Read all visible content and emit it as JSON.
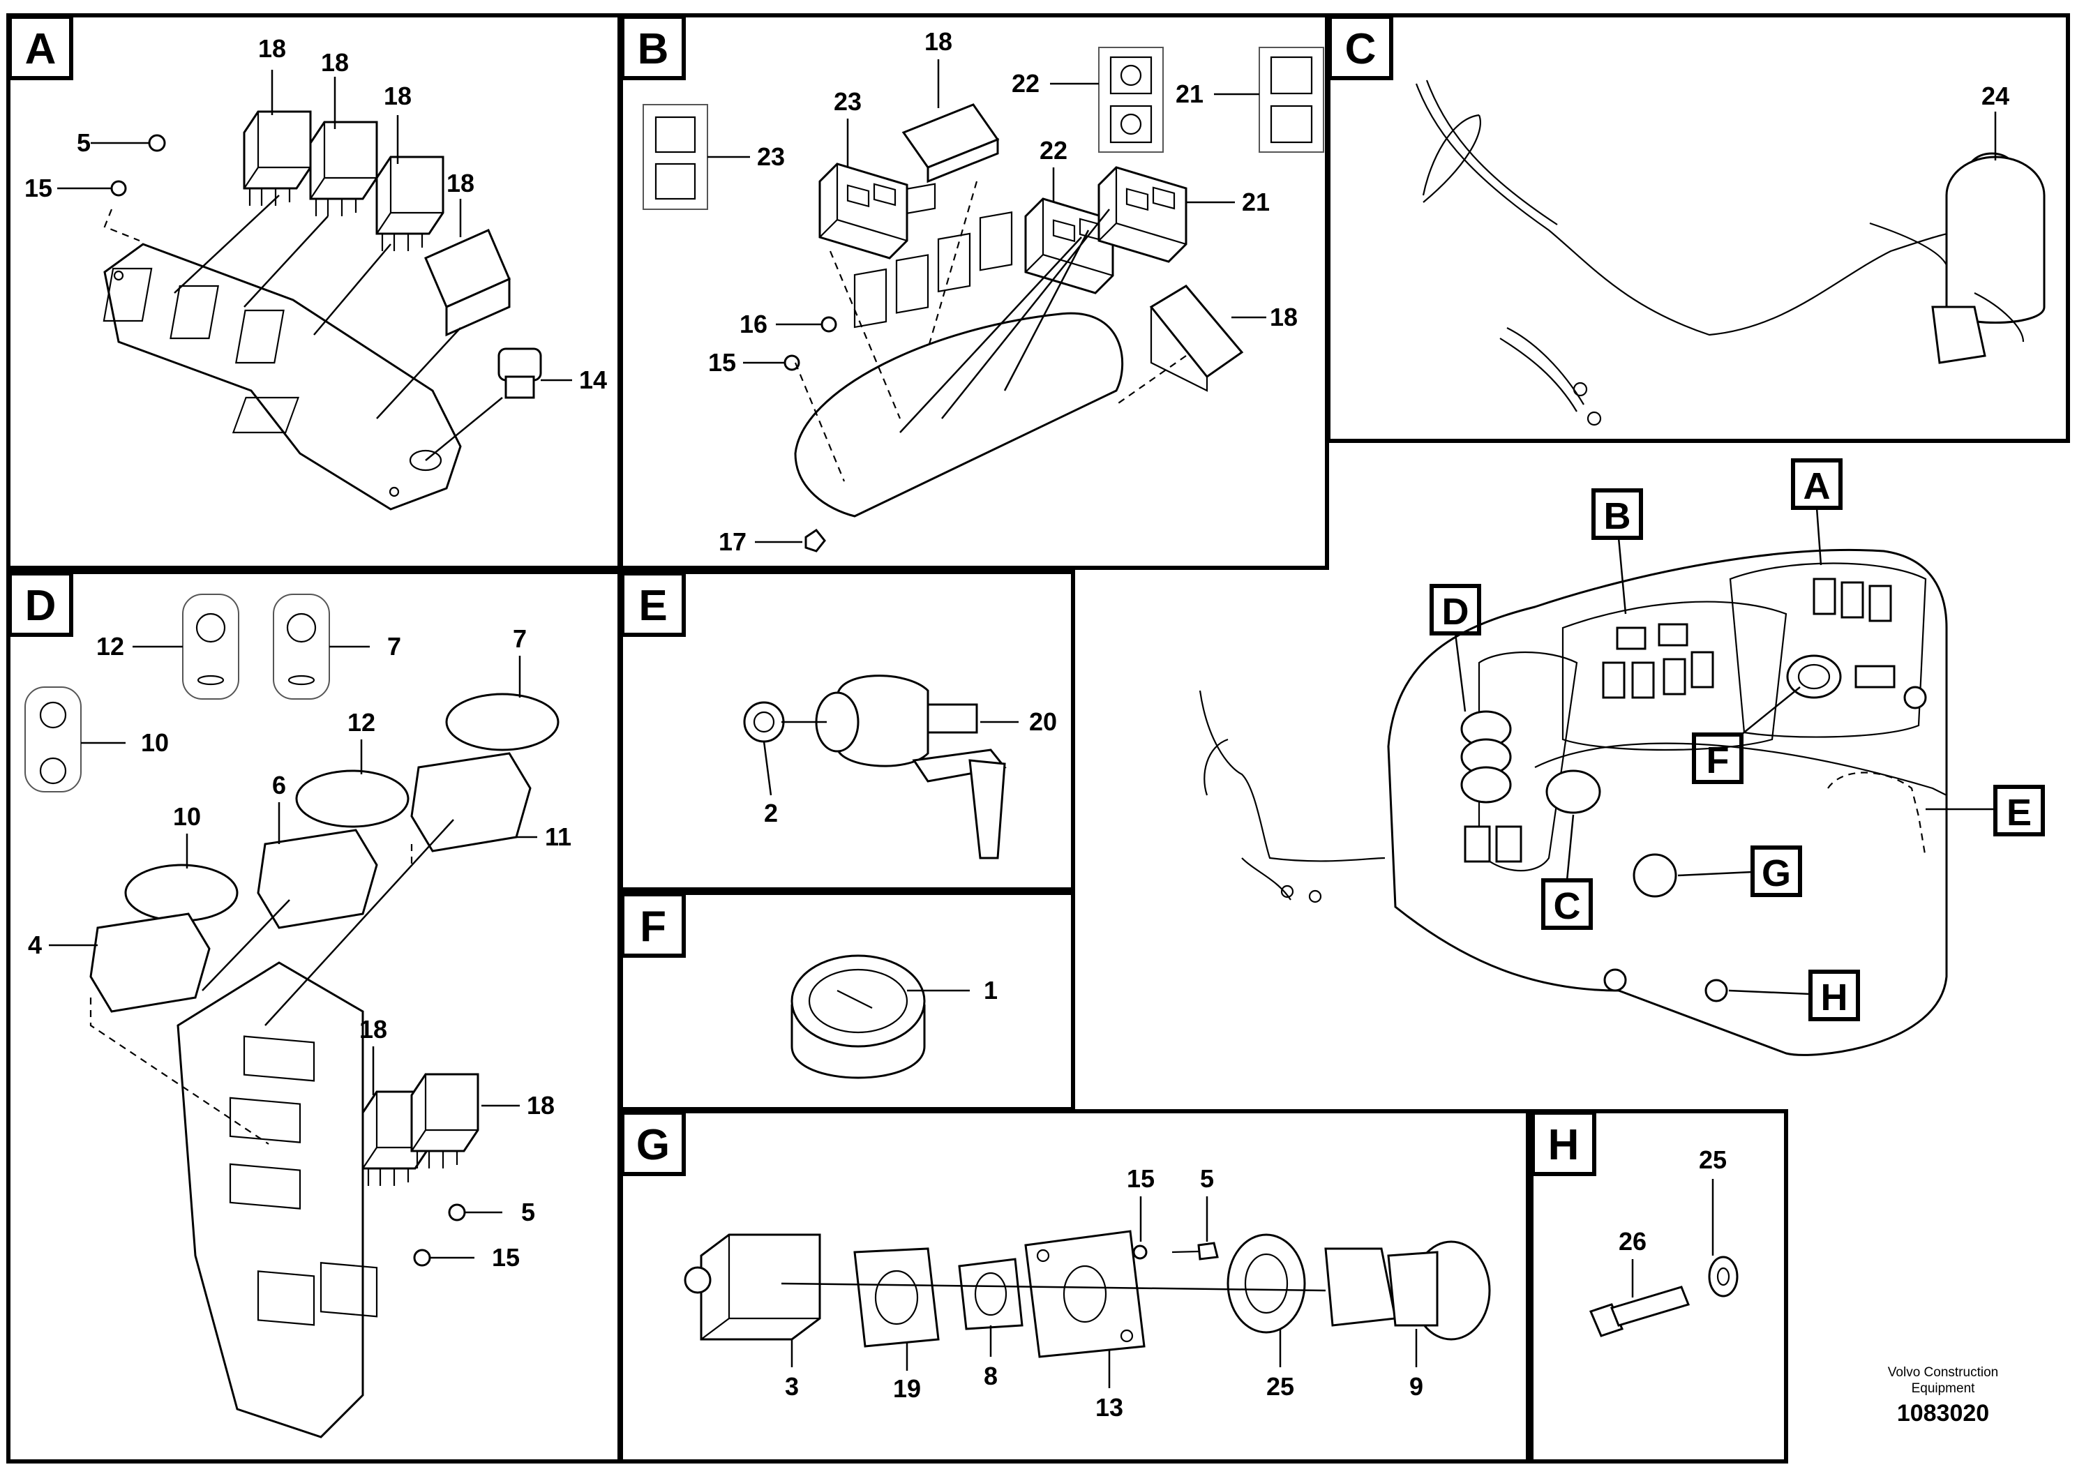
{
  "footer": {
    "company_line1": "Volvo Construction",
    "company_line2": "Equipment",
    "drawing_number": "1083020"
  },
  "panels": {
    "A": {
      "tag": "A",
      "callouts": [
        "18",
        "18",
        "18",
        "18",
        "5",
        "15",
        "14"
      ]
    },
    "B": {
      "tag": "B",
      "callouts": [
        "18",
        "23",
        "23",
        "22",
        "21",
        "22",
        "21",
        "18",
        "16",
        "15",
        "17"
      ]
    },
    "C": {
      "tag": "C",
      "callouts": [
        "24"
      ]
    },
    "D": {
      "tag": "D",
      "callouts": [
        "12",
        "7",
        "10",
        "7",
        "12",
        "6",
        "10",
        "11",
        "4",
        "18",
        "18",
        "5",
        "15"
      ]
    },
    "E": {
      "tag": "E",
      "callouts": [
        "20",
        "2"
      ]
    },
    "F": {
      "tag": "F",
      "callouts": [
        "1"
      ]
    },
    "G": {
      "tag": "G",
      "callouts": [
        "15",
        "5",
        "3",
        "19",
        "8",
        "13",
        "25",
        "9"
      ]
    },
    "H": {
      "tag": "H",
      "callouts": [
        "25",
        "26"
      ]
    },
    "overview": {
      "tags": [
        "A",
        "B",
        "D",
        "F",
        "E",
        "G",
        "C",
        "H"
      ]
    }
  }
}
